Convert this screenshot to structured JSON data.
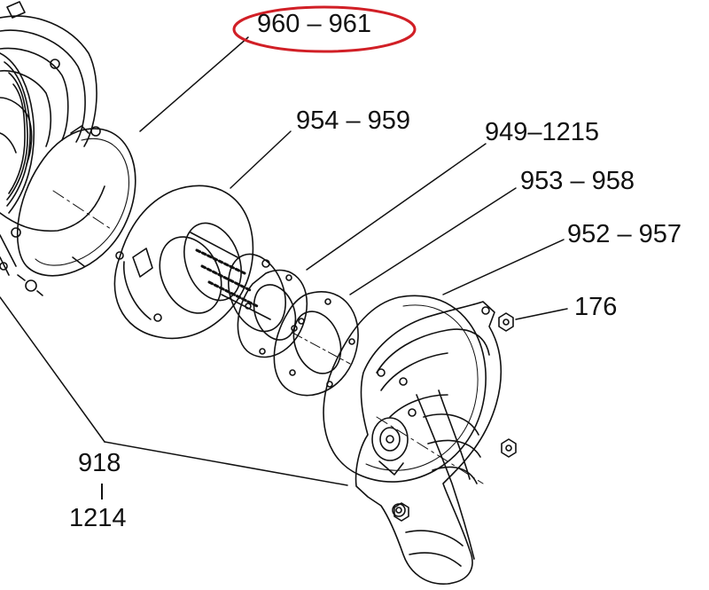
{
  "callouts": {
    "part_960_961": "960 – 961",
    "part_954_959": "954 – 959",
    "part_949_1215": "949–1215",
    "part_953_958": "953 – 958",
    "part_952_957": "952 – 957",
    "part_176": "176",
    "part_918": "918",
    "part_1214": "1214"
  },
  "highlight": {
    "target": "960 – 961",
    "color": "#d11f26"
  },
  "colors": {
    "line": "#111111",
    "background": "#ffffff"
  }
}
